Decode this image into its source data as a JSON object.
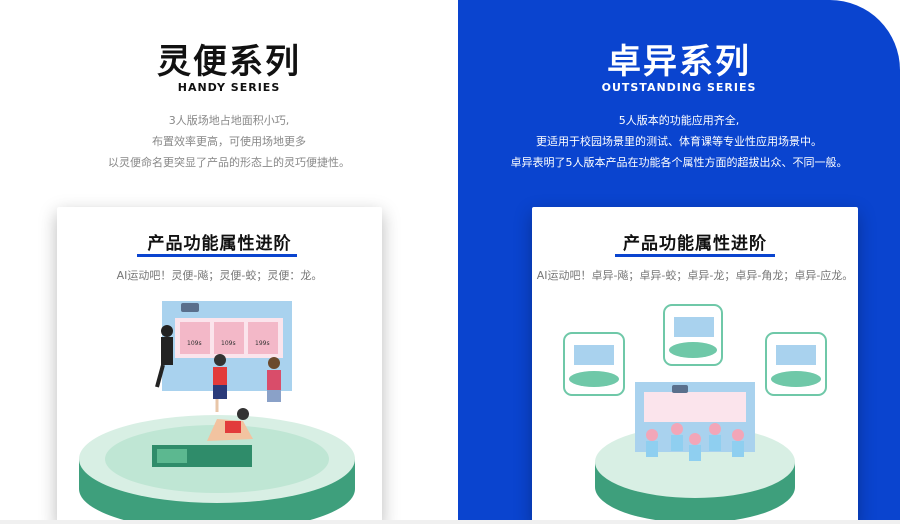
{
  "left": {
    "title": "灵便系列",
    "subtitle": "HANDY SERIES",
    "desc": [
      "3人版场地占地面积小巧,",
      "布置效率更高，可使用场地更多",
      "以灵便命名更突显了产品的形态上的灵巧便捷性。"
    ],
    "card_heading": "产品功能属性进阶",
    "card_text": "AI运动吧！灵便-飚；灵便-蛟；灵便：龙。",
    "screen_scores": [
      "109s",
      "109s",
      "199s"
    ]
  },
  "right": {
    "title": "卓异系列",
    "subtitle": "OUTSTANDING SERIES",
    "desc": [
      "5人版本的功能应用齐全,",
      "更适用于校园场景里的测试、体育课等专业性应用场景中。",
      "卓异表明了5人版本产品在功能各个属性方面的超拔出众、不同一般。"
    ],
    "card_heading": "产品功能属性进阶",
    "card_text": "AI运动吧！卓异-飚；卓异-蛟；卓异-龙；卓异-角龙；卓异-应龙。"
  },
  "colors": {
    "brand_blue": "#0a44cf",
    "text_dark": "#111111",
    "text_gray": "#777777",
    "platform_green": "#6fc8a8"
  }
}
